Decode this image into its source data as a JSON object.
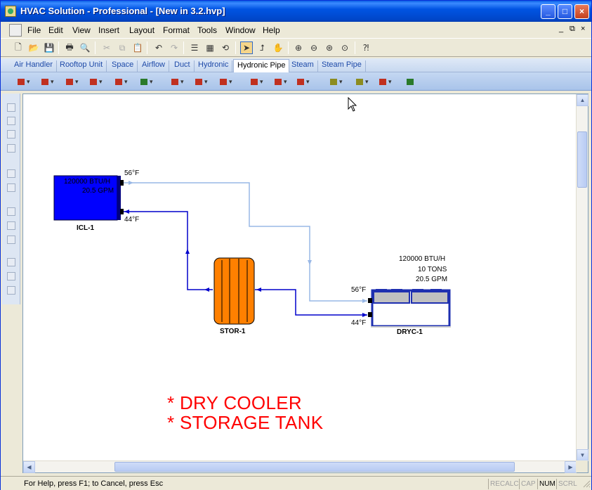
{
  "window": {
    "title": "HVAC Solution - Professional - [New in 3.2.hvp]",
    "controls": [
      "_",
      "□",
      "×"
    ]
  },
  "menubar": {
    "items": [
      "File",
      "Edit",
      "View",
      "Insert",
      "Layout",
      "Format",
      "Tools",
      "Window",
      "Help"
    ],
    "mdi_controls": [
      "_",
      "⧉",
      "×"
    ]
  },
  "tabs": {
    "items": [
      "Air Handler",
      "Rooftop Unit",
      "Space",
      "Airflow",
      "Duct",
      "Hydronic",
      "Hydronic Pipe",
      "Steam",
      "Steam Pipe"
    ],
    "active": "Hydronic Pipe"
  },
  "diagram": {
    "chiller": {
      "name": "ICL-1",
      "capacity": "120000 BTU/H",
      "flow": "20.5 GPM",
      "supply_temp": "56°F",
      "return_temp": "44°F"
    },
    "tank": {
      "name": "STOR-1"
    },
    "dry_cooler": {
      "name": "DRYC-1",
      "capacity": "120000 BTU/H",
      "tons": "10 TONS",
      "flow": "20.5 GPM",
      "supply_temp": "56°F",
      "return_temp": "44°F"
    },
    "notes": [
      "* DRY COOLER",
      "* STORAGE TANK"
    ],
    "colors": {
      "cold_pipe": "#0000cc",
      "warm_pipe": "#99b8e6",
      "chiller": "#0000ff",
      "tank": "#ff8000",
      "cooler": "#1e2fb0",
      "note": "#ff0000"
    }
  },
  "statusbar": {
    "message": "For Help, press F1; to Cancel, press Esc",
    "indicators": [
      "RECALC",
      "CAP",
      "NUM",
      "SCRL"
    ],
    "active_indicator": "NUM"
  }
}
